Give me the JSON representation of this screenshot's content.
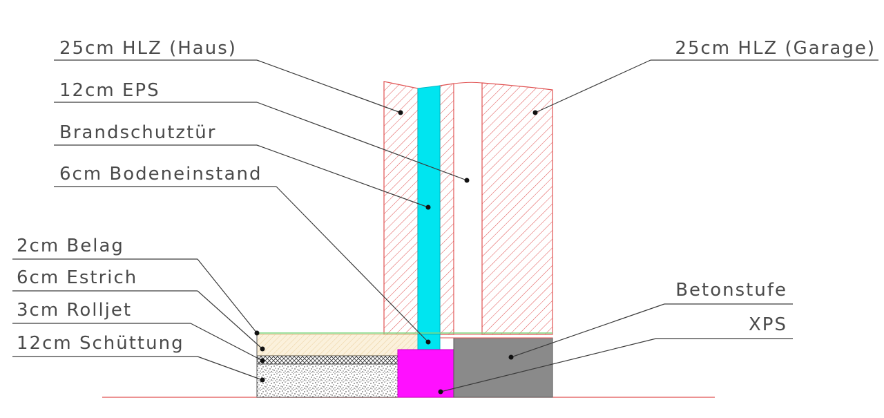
{
  "labels": {
    "haus_wall": "25cm HLZ (Haus)",
    "garage_wall": "25cm HLZ (Garage)",
    "eps": "12cm EPS",
    "door": "Brandschutztür",
    "recess": "6cm Bodeneinstand",
    "covering": "2cm Belag",
    "screed": "6cm Estrich",
    "rolljet": "3cm Rolljet",
    "fill": "12cm Schüttung",
    "concrete_step": "Betonstufe",
    "xps": "XPS"
  },
  "colors": {
    "hatch": "#e05050",
    "eps": "#00e5f0",
    "xps": "#ff10ff",
    "concrete": "#8a8a8a",
    "covering_line": "#7ed67e",
    "screed": "#f2d9b0"
  }
}
